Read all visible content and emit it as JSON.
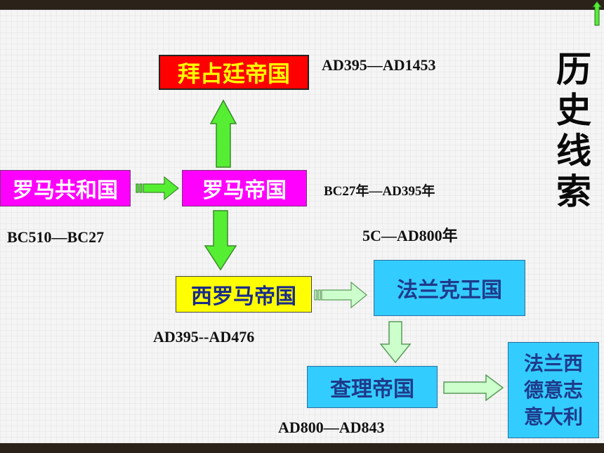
{
  "boxes": {
    "byzantine": "拜占廷帝国",
    "roman_republic": "罗马共和国",
    "roman_empire": "罗马帝国",
    "western_roman": "西罗马帝国",
    "frankish_kingdom": "法兰克王国",
    "charlemagne": "查理帝国",
    "successors_lines": [
      "法兰西",
      "德意志",
      "意大利"
    ]
  },
  "dates": {
    "byzantine": "AD395—AD1453",
    "roman_empire": "BC27年—AD395年",
    "roman_republic": "BC510—BC27",
    "frankish": "5C—AD800年",
    "western_roman": "AD395--AD476",
    "charlemagne": "AD800—AD843"
  },
  "title": "历史线索",
  "colors": {
    "magenta": "#ff00ff",
    "yellow": "#ffff00",
    "cyan": "#33ccff",
    "red": "#ff0000",
    "arrow_green": "#55ee33",
    "arrow_light": "#ccffcc"
  }
}
